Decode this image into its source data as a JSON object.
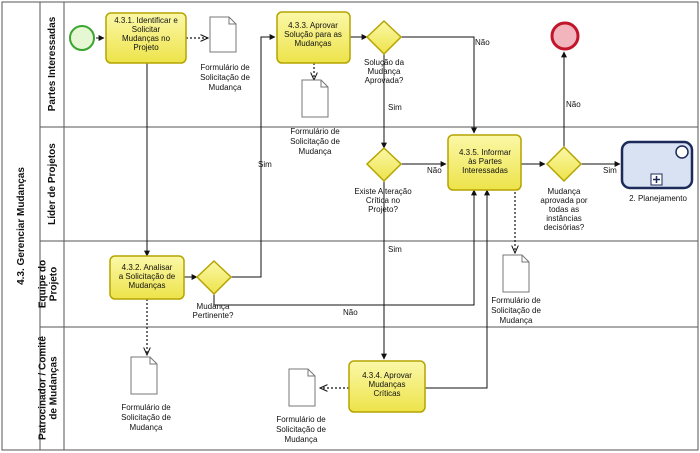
{
  "pool": {
    "label": "4.3. Gerenciar Mudanças"
  },
  "lanes": [
    {
      "label": "Partes Interessadas"
    },
    {
      "label": "Líder de Projetos"
    },
    {
      "label": "Equipe do\nProjeto"
    },
    {
      "label": "Patrocinador / Comitê\nde Mudanças"
    }
  ],
  "tasks": [
    {
      "label": "4.3.1. Identificar e\nSolicitar\nMudanças no\nProjeto"
    },
    {
      "label": "4.3.3. Aprovar\nSolução para as\nMudanças"
    },
    {
      "label": "4.3.2. Analisar\na Solicitação de\nMudanças"
    },
    {
      "label": "4.3.5.  Informar\nàs Partes\nInteressadas"
    },
    {
      "label": "4.3.4. Aprovar\nMudanças\nCríticas"
    }
  ],
  "subprocess": {
    "label": "2. Planejamento"
  },
  "documents": [
    {
      "label": "Formulário de\nSolicitação de\nMudança"
    },
    {
      "label": "Formulário de\nSolicitação de\nMudança"
    },
    {
      "label": "Formulário de\nSolicitação de\nMudança"
    },
    {
      "label": "Formulário de\nSolicitação de\nMudança"
    },
    {
      "label": "Formulário de\nSolicitação de\nMudança"
    }
  ],
  "gateways": [
    {
      "label": "Solução da\nMudança\nAprovada?"
    },
    {
      "label": "Existe Alteração\nCrítica no\nProjeto?"
    },
    {
      "label": "Mudança\nPertinente?"
    },
    {
      "label": "Mudança\naprovada por\ntodas as\ninstâncias\ndecisórias?"
    }
  ],
  "flow_labels": {
    "nao_top": "Não",
    "sim_s1": "Sim",
    "sim_g3": "Sim",
    "nao_g2": "Não",
    "sim_g2": "Sim",
    "nao_g3": "Não",
    "nao_g4": "Não",
    "sim_g4": "Sim"
  },
  "colors": {
    "task_fill": "#f3ee60",
    "task_stroke": "#b5a400",
    "start_fill": "#e6f7d4",
    "start_stroke": "#3aa630",
    "end_fill": "#f2b5bd",
    "end_stroke": "#c2152b",
    "subprocess_fill": "#d8e2f2",
    "subprocess_stroke": "#1c2b5a",
    "lane_border": "#555555"
  }
}
